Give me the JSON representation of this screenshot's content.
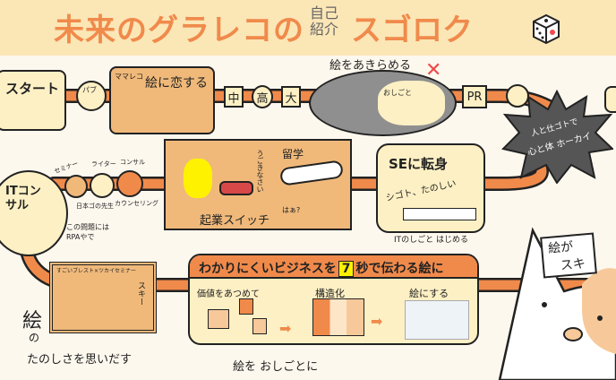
{
  "header": {
    "title_main": "未来のグラレコの",
    "title_small": "自己紹介",
    "title_end": "スゴロク"
  },
  "row1": {
    "start": "スタート",
    "pub": "パブ",
    "ehikoi": "絵に恋する",
    "mamareko": "ママレコ",
    "schools": [
      "中",
      "高",
      "大"
    ],
    "akirameru": "絵をあきらめる",
    "oshigoto": "おしごと",
    "pr": "PR",
    "burst_line1": "人と仕ゴトで",
    "burst_line2": "心と体 ホーカイ"
  },
  "row2": {
    "it_title": "ITコンサル",
    "it_note": "この問題には RPAやで",
    "small_labels": [
      "セミナー",
      "ライター",
      "コンサル"
    ],
    "small_captions": [
      "日本ゴの先生",
      "カウンセリング"
    ],
    "kigyou": "起業スイッチ",
    "ugokinasai": "うごきなさい",
    "ryugaku": "留学",
    "haa": "はぁ?",
    "se_title": "SEに転身",
    "se_sub": "シゴト、たのしい",
    "se_caption": "ITのしごと はじめる"
  },
  "row3": {
    "brest": "すごいブレスト×ツカイセミナー",
    "suki_small": "スキー",
    "e": "絵",
    "no": "の",
    "tanoshisa": "たのしさを思いだす",
    "banner_a": "わかりにくいビジネスを",
    "banner_num": "7",
    "banner_b": "秒で伝わる絵に",
    "step1": "価値をあつめて",
    "step2": "構造化",
    "step3": "絵にする",
    "caption": "絵を おしごとに"
  },
  "cat": {
    "sign_line1": "絵が",
    "sign_line2": "スキ"
  },
  "colors": {
    "orange": "#f08a4b",
    "tan": "#f0b97a",
    "pale": "#fdf0c4",
    "gray": "#8f8f8f",
    "dark": "#555555"
  }
}
